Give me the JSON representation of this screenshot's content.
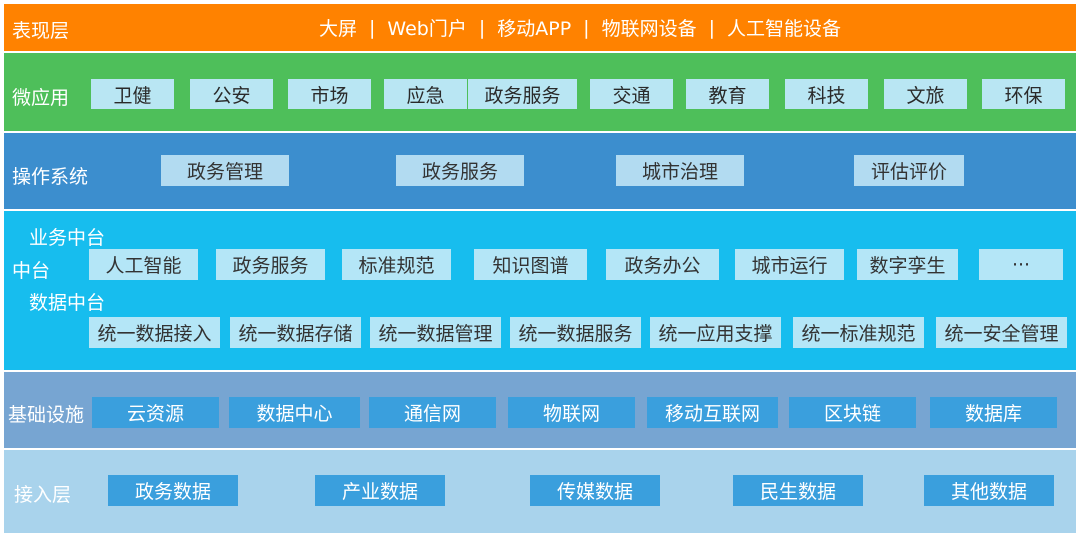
{
  "presentation": {
    "label": "表现层",
    "items": [
      "大屏",
      "Web门户",
      "移动APP",
      "物联网设备",
      "人工智能设备"
    ],
    "separator": "|"
  },
  "micro_apps": {
    "label": "微应用",
    "items": [
      "卫健",
      "公安",
      "市场",
      "应急",
      "政务服务",
      "交通",
      "教育",
      "科技",
      "文旅",
      "环保"
    ]
  },
  "operating_system": {
    "label": "操作系统",
    "items": [
      "政务管理",
      "政务服务",
      "城市治理",
      "评估评价"
    ]
  },
  "middle_platform": {
    "label": "中台",
    "business": {
      "label": "业务中台",
      "items": [
        "人工智能",
        "政务服务",
        "标准规范",
        "知识图谱",
        "政务办公",
        "城市运行",
        "数字孪生",
        "···"
      ]
    },
    "data": {
      "label": "数据中台",
      "items": [
        "统一数据接入",
        "统一数据存储",
        "统一数据管理",
        "统一数据服务",
        "统一应用支撑",
        "统一标准规范",
        "统一安全管理"
      ]
    }
  },
  "infrastructure": {
    "label": "基础设施",
    "items": [
      "云资源",
      "数据中心",
      "通信网",
      "物联网",
      "移动互联网",
      "区块链",
      "数据库"
    ]
  },
  "access": {
    "label": "接入层",
    "items": [
      "政务数据",
      "产业数据",
      "传媒数据",
      "民生数据",
      "其他数据"
    ]
  }
}
